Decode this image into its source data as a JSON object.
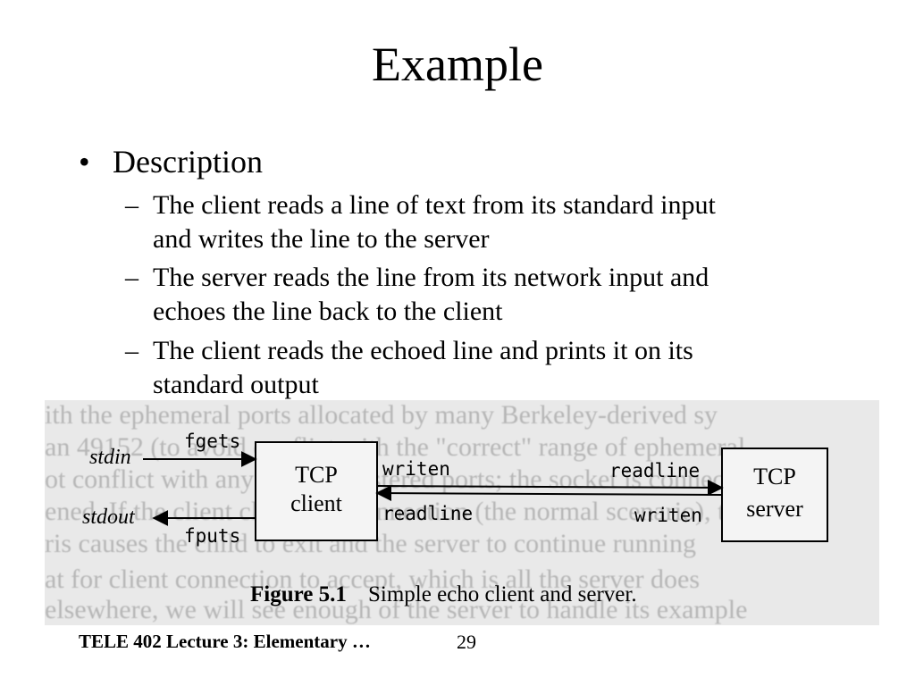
{
  "slide": {
    "title": "Example",
    "bullet": "Description",
    "sub_items": [
      {
        "line1": "The client reads a line of text from its standard input",
        "line2": "and writes the line to the server"
      },
      {
        "line1": "The server reads the line from its network input and",
        "line2": "echoes the line back to the client"
      },
      {
        "line1": "The client reads the echoed line and prints it on its",
        "line2": "standard output"
      }
    ],
    "footer": "TELE 402 Lecture 3: Elementary …",
    "page_number": "29"
  },
  "figure": {
    "stdin": "stdin",
    "stdout": "stdout",
    "fgets": "fgets",
    "fputs": "fputs",
    "client_box": [
      "TCP",
      "client"
    ],
    "server_box": [
      "TCP",
      "server"
    ],
    "client_writen": "writen",
    "client_readline": "readline",
    "server_readline": "readline",
    "server_writen": "writen",
    "caption_label": "Figure 5.1",
    "caption_text": "Simple echo client and server.",
    "background_lines": [
      "ith the ephemeral ports allocated by many Berkeley-derived sy",
      "an 49152 (to avoid conflict with the \"correct\" range of ephemeral",
      "ot conflict with any of the registered ports; the socket is connected into a",
      "ened. If the client closes the connection (the normal scenario), the",
      "ris causes the child to exit and the server to continue running",
      "at for client connection to accept, which is all the server does",
      "elsewhere, we will see enough of the server to handle its example"
    ]
  }
}
